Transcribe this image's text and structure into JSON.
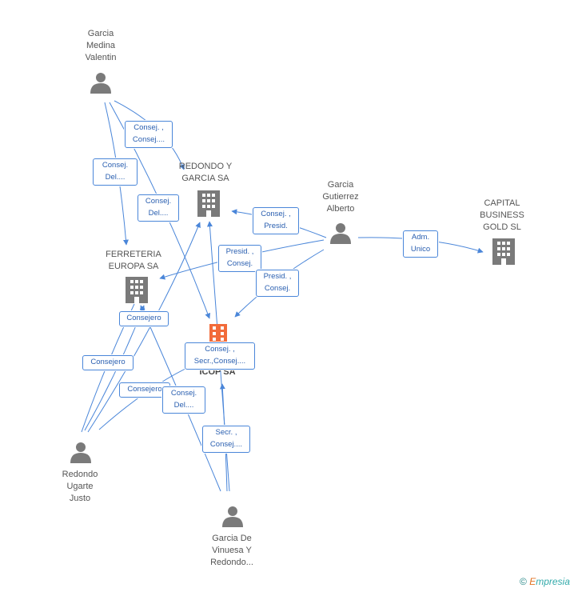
{
  "colors": {
    "edge": "#4a86d9",
    "person": "#7a7a7a",
    "company": "#7a7a7a",
    "focus_company": "#f26b3a",
    "label_text": "#2a5fb0"
  },
  "nodes": {
    "garcia_medina": {
      "type": "person",
      "label": "Garcia\nMedina\nValentin"
    },
    "redondo_garcia": {
      "type": "company",
      "label": "REDONDO Y\nGARCIA SA"
    },
    "garcia_gutierrez": {
      "type": "person",
      "label": "Garcia\nGutierrez\nAlberto"
    },
    "capital_business": {
      "type": "company",
      "label": "CAPITAL\nBUSINESS\nGOLD SL"
    },
    "ferreteria": {
      "type": "company",
      "label": "FERRETERIA\nEUROPA SA"
    },
    "icop": {
      "type": "company-focus",
      "label": "ICOP SA"
    },
    "redondo_ugarte": {
      "type": "person",
      "label": "Redondo\nUgarte\nJusto"
    },
    "garcia_vinuesa": {
      "type": "person",
      "label": "Garcia De\nVinuesa Y\nRedondo..."
    }
  },
  "edge_labels": {
    "gm_redondo": "Consej. ,\nConsej....",
    "gm_ferreteria": "Consej.\nDel....",
    "gm_icop": "Consej.\nDel....",
    "gg_redondo": "Consej. ,\nPresid.",
    "gg_ferreteria": "Presid. ,\nConsej.",
    "gg_icop": "Presid. ,\nConsej.",
    "gg_capital": "Adm.\nUnico",
    "ru_ferreteria": "Consejero",
    "ru_redondo": "Consejero",
    "ru_icop": "Consejero",
    "gv_icop_main": "Consej. ,\nSecr.,Consej....",
    "gv_ferreteria": "Consej.\nDel....",
    "gv_icop": "Secr. ,\nConsej...."
  },
  "footer": {
    "copyright": "©",
    "brand_first": "E",
    "brand_rest": "mpresia"
  }
}
